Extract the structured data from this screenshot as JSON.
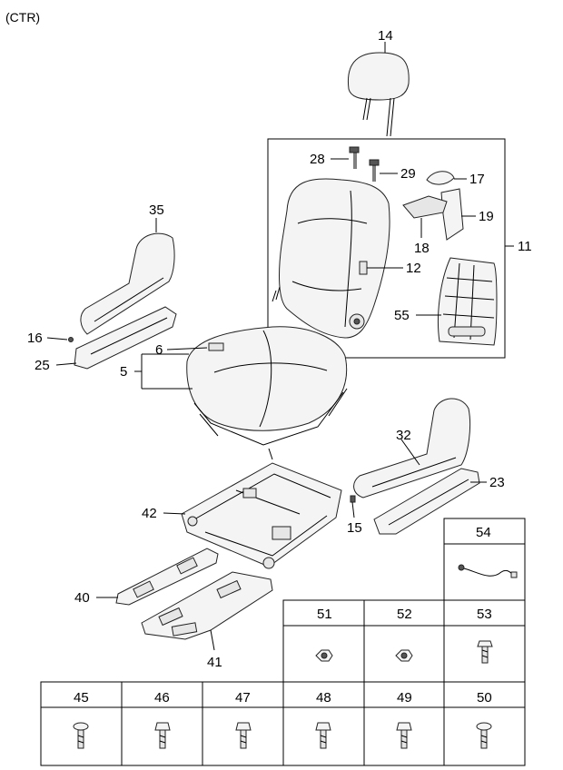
{
  "header": {
    "variant": "(CTR)"
  },
  "callouts": {
    "p14": "14",
    "p28": "28",
    "p29": "29",
    "p17": "17",
    "p19": "19",
    "p11": "11",
    "p18": "18",
    "p12": "12",
    "p55": "55",
    "p35": "35",
    "p16": "16",
    "p25": "25",
    "p6": "6",
    "p5": "5",
    "p32": "32",
    "p23": "23",
    "p42": "42",
    "p15": "15",
    "p40": "40",
    "p41": "41"
  },
  "fastener_table": {
    "row1": [
      "54"
    ],
    "row2": [
      "51",
      "52",
      "53"
    ],
    "row3": [
      "45",
      "46",
      "47",
      "48",
      "49",
      "50"
    ]
  }
}
